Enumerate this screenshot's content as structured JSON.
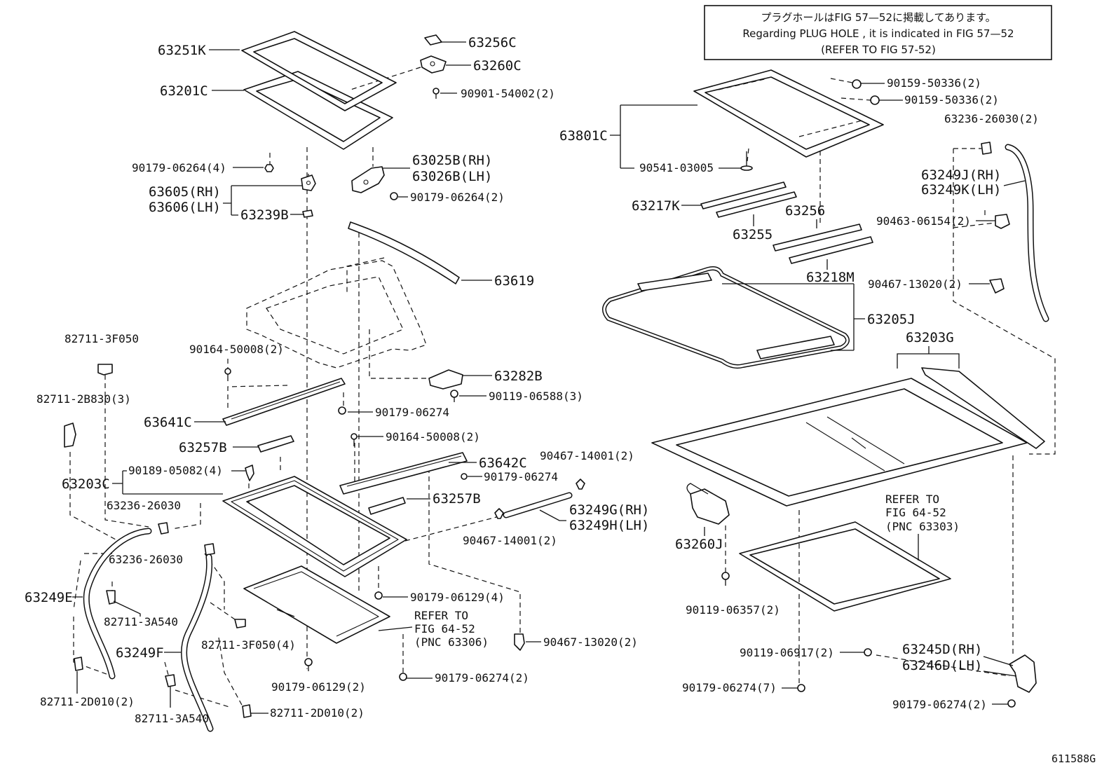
{
  "note": {
    "line_ja": "プラグホールはFIG 57—52に掲載してあります。",
    "line_en": "Regarding PLUG HOLE , it is indicated in FIG 57—52",
    "line_ref": "(REFER TO FIG 57-52)"
  },
  "callouts": [
    "63251K",
    "63201C",
    "63256C",
    "63260C",
    "90901-54002(2)",
    "90179-06264(4)",
    "63605(RH)",
    "63606(LH)",
    "63239B",
    "63025B(RH)",
    "63026B(LH)",
    "90179-06264(2)",
    "63619",
    "82711-3F050",
    "90164-50008(2)",
    "63282B",
    "90119-06588(3)",
    "82711-2B830(3)",
    "90179-06274",
    "63641C",
    "90164-50008(2)",
    "63257B",
    "90467-14001(2)",
    "63642C",
    "90189-05082(4)",
    "90179-06274",
    "63203C",
    "63236-26030",
    "63257B",
    "63249G(RH)",
    "63249H(LH)",
    "90467-14001(2)",
    "63236-26030",
    "63249E",
    "90179-06129(4)",
    "82711-3A540",
    "82711-3F050(4)",
    "90467-13020(2)",
    "63249F",
    "90179-06274(2)",
    "90179-06129(2)",
    "82711-2D010(2)",
    "82711-3A540",
    "82711-2D010(2)",
    "90159-50336(2)",
    "90159-50336(2)",
    "63236-26030(2)",
    "63801C",
    "90541-03005",
    "63249J(RH)",
    "63249K(LH)",
    "63217K",
    "63256",
    "90463-06154(2)",
    "63255",
    "63218M",
    "90467-13020(2)",
    "63205J",
    "63203G",
    "63260J",
    "90119-06357(2)",
    "63245D(RH)",
    "63246D(LH)",
    "90119-06917(2)",
    "90179-06274(7)",
    "90179-06274(2)"
  ],
  "refer_left": {
    "line1": "REFER TO",
    "line2": "FIG 64-52",
    "line3": "(PNC 63306)"
  },
  "refer_right": {
    "line1": "REFER TO",
    "line2": "FIG 64-52",
    "line3": "(PNC 63303)"
  },
  "figure_code": "611588G"
}
